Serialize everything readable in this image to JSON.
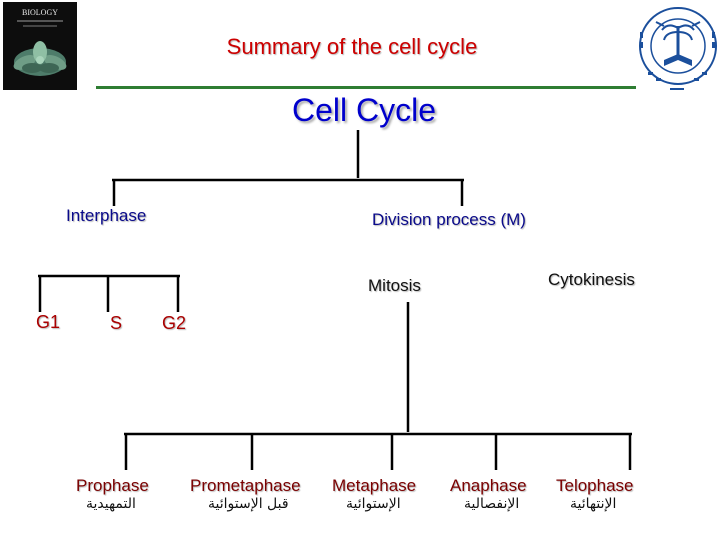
{
  "header": {
    "title": "Summary of the cell cycle",
    "book_cover_title": "BIOLOGY"
  },
  "diagram": {
    "root": "Cell Cycle",
    "interphase": "Interphase",
    "division": "Division process (M)",
    "g1": "G1",
    "s": "S",
    "g2": "G2",
    "mitosis": "Mitosis",
    "cytokinesis": "Cytokinesis",
    "phases": [
      {
        "en": "Prophase",
        "ar": "التمهيدية"
      },
      {
        "en": "Prometaphase",
        "ar": "قبل الإستوائية"
      },
      {
        "en": "Metaphase",
        "ar": "الإستوائية"
      },
      {
        "en": "Anaphase",
        "ar": "الإنفصالية"
      },
      {
        "en": "Telophase",
        "ar": "الإنتهائية"
      }
    ]
  },
  "colors": {
    "title": "#cc0000",
    "root": "#0000cc",
    "lines": "#000000",
    "divider": "#2e7d32",
    "phase_labels": "#7a0000"
  },
  "logos": {
    "seal": "university-seal",
    "book": "biology-book-cover"
  }
}
